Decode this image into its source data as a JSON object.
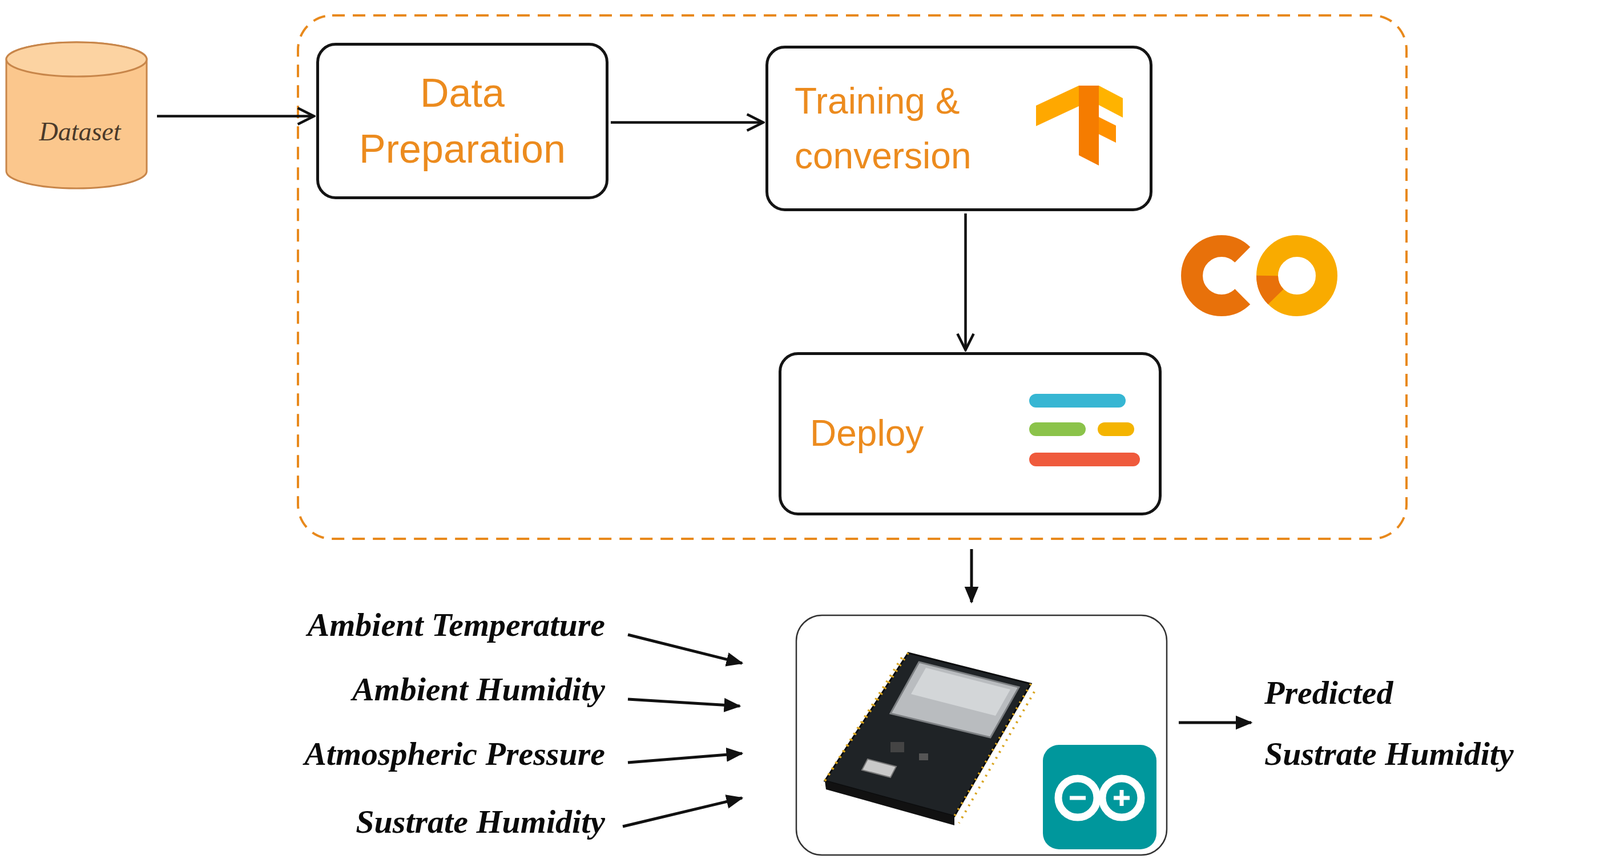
{
  "diagram": {
    "nodes": [
      {
        "text": [
          "Dataset"
        ]
      },
      {
        "text": [
          "Data Preparation"
        ]
      },
      {
        "text": [
          "Training & conversion"
        ]
      },
      {
        "text": [
          "Deploy"
        ]
      }
    ],
    "edges": [
      {
        "from": 0,
        "to": 1,
        "arrow": "to"
      },
      {
        "from": 1,
        "to": 2,
        "arrow": "to"
      },
      {
        "from": 2,
        "to": 3,
        "arrow": "to"
      }
    ],
    "labels": [
      "Ambient Temperature",
      "Ambient Humidity",
      "Atmospheric Pressure",
      "Sustrate Humidity",
      "Predicted Sustrate Humidity"
    ]
  }
}
